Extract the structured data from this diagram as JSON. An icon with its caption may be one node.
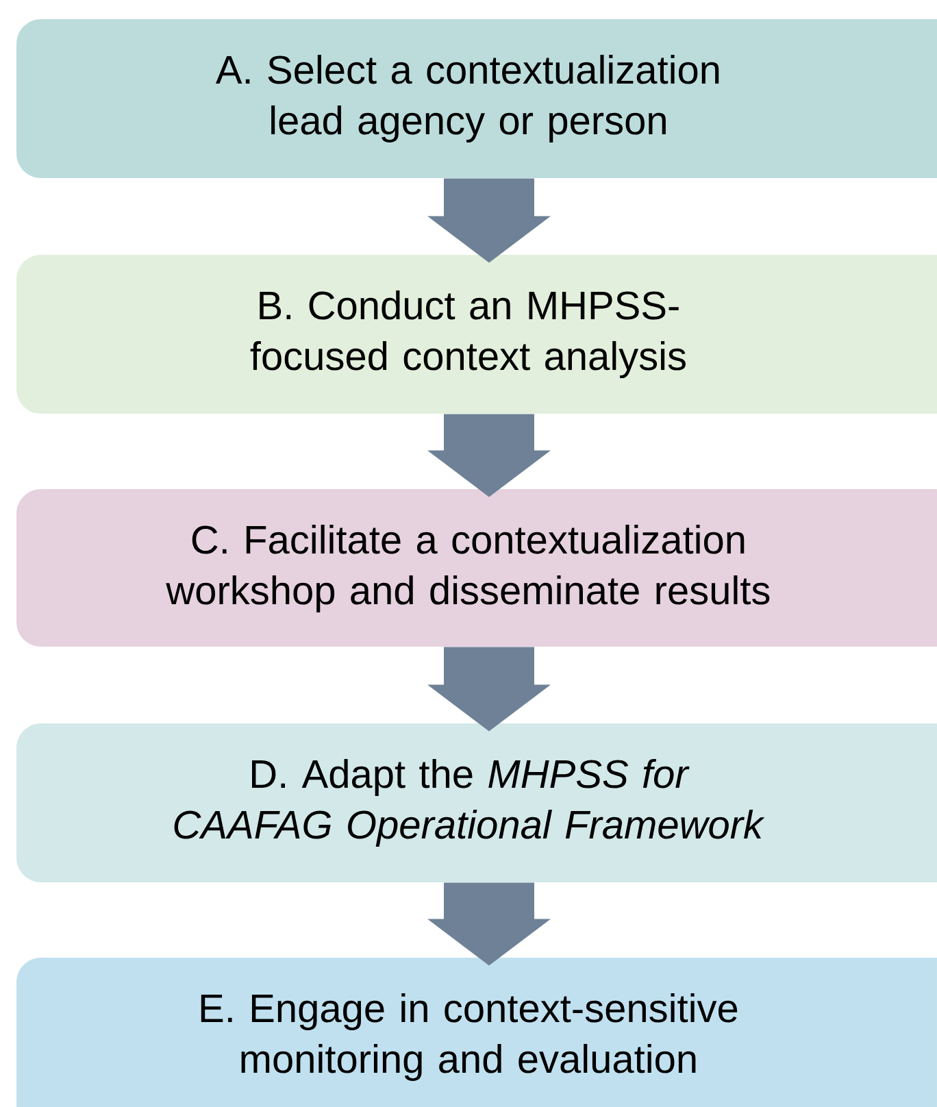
{
  "diagram": {
    "nodes": [
      {
        "text": [
          "A. Select a contextualization lead agency or person"
        ]
      },
      {
        "text": [
          "B. Conduct an MHPSS-focused context analysis"
        ]
      },
      {
        "text": [
          "C. Facilitate a contextualization workshop and disseminate results"
        ]
      },
      {
        "text": [
          "D. Adapt the *MHPSS for CAAFAG Operational Framework*"
        ]
      },
      {
        "text": [
          "E. Engage in context-sensitive monitoring and evaluation"
        ]
      }
    ],
    "edges": [
      {
        "from": 0,
        "to": 1,
        "arrow": "to"
      },
      {
        "from": 1,
        "to": 2,
        "arrow": "to"
      },
      {
        "from": 2,
        "to": 3,
        "arrow": "to"
      },
      {
        "from": 3,
        "to": 4,
        "arrow": "to"
      }
    ]
  }
}
